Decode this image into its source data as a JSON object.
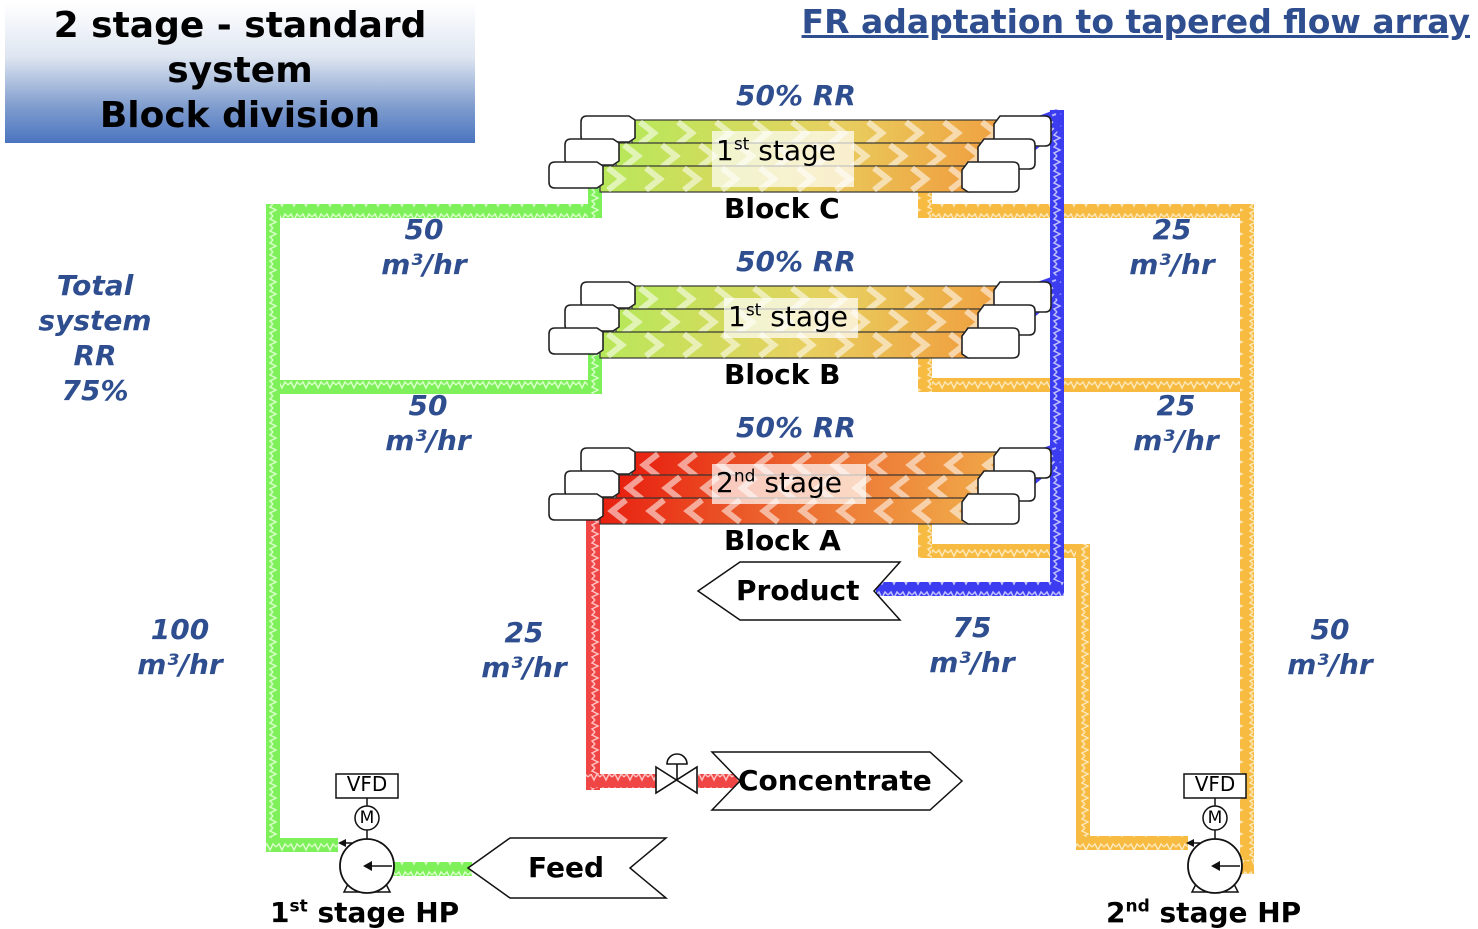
{
  "title": {
    "line1": "2 stage - standard",
    "line2": "system",
    "line3": "Block division"
  },
  "header_link": "FR adaptation to tapered flow array",
  "total_rr": {
    "line1": "Total",
    "line2": "system",
    "line3": "RR",
    "line4": "75%"
  },
  "blocks": {
    "c": {
      "rr": "50% RR",
      "stage_num": "1",
      "stage_sup": "st",
      "stage_word": "stage",
      "name": "Block C"
    },
    "b": {
      "rr": "50% RR",
      "stage_num": "1",
      "stage_sup": "st",
      "stage_word": "stage",
      "name": "Block B"
    },
    "a": {
      "rr": "50% RR",
      "stage_num": "2",
      "stage_sup": "nd",
      "stage_word": "stage",
      "name": "Block A"
    }
  },
  "flows": {
    "left_c": {
      "value": "50",
      "unit": "m³/hr"
    },
    "left_b": {
      "value": "50",
      "unit": "m³/hr"
    },
    "feed_main": {
      "value": "100",
      "unit": "m³/hr"
    },
    "concentrate": {
      "value": "25",
      "unit": "m³/hr"
    },
    "product": {
      "value": "75",
      "unit": "m³/hr"
    },
    "right_c": {
      "value": "25",
      "unit": "m³/hr"
    },
    "right_b": {
      "value": "25",
      "unit": "m³/hr"
    },
    "second_stage": {
      "value": "50",
      "unit": "m³/hr"
    }
  },
  "arrows": {
    "product": "Product",
    "concentrate": "Concentrate",
    "feed": "Feed"
  },
  "pumps": {
    "first": {
      "vfd": "VFD",
      "motor": "M",
      "num": "1",
      "sup": "st",
      "word": "stage HP"
    },
    "second": {
      "vfd": "VFD",
      "motor": "M",
      "num": "2",
      "sup": "nd",
      "word": "stage HP"
    }
  },
  "colors": {
    "green": "#66ee44",
    "orange": "#f5b638",
    "red": "#ee3333",
    "blue": "#3333ee",
    "label": "#2e4e8f"
  },
  "icons": [
    "vessel-icon",
    "valve-icon",
    "pump-icon",
    "motor-icon",
    "vfd-icon"
  ]
}
